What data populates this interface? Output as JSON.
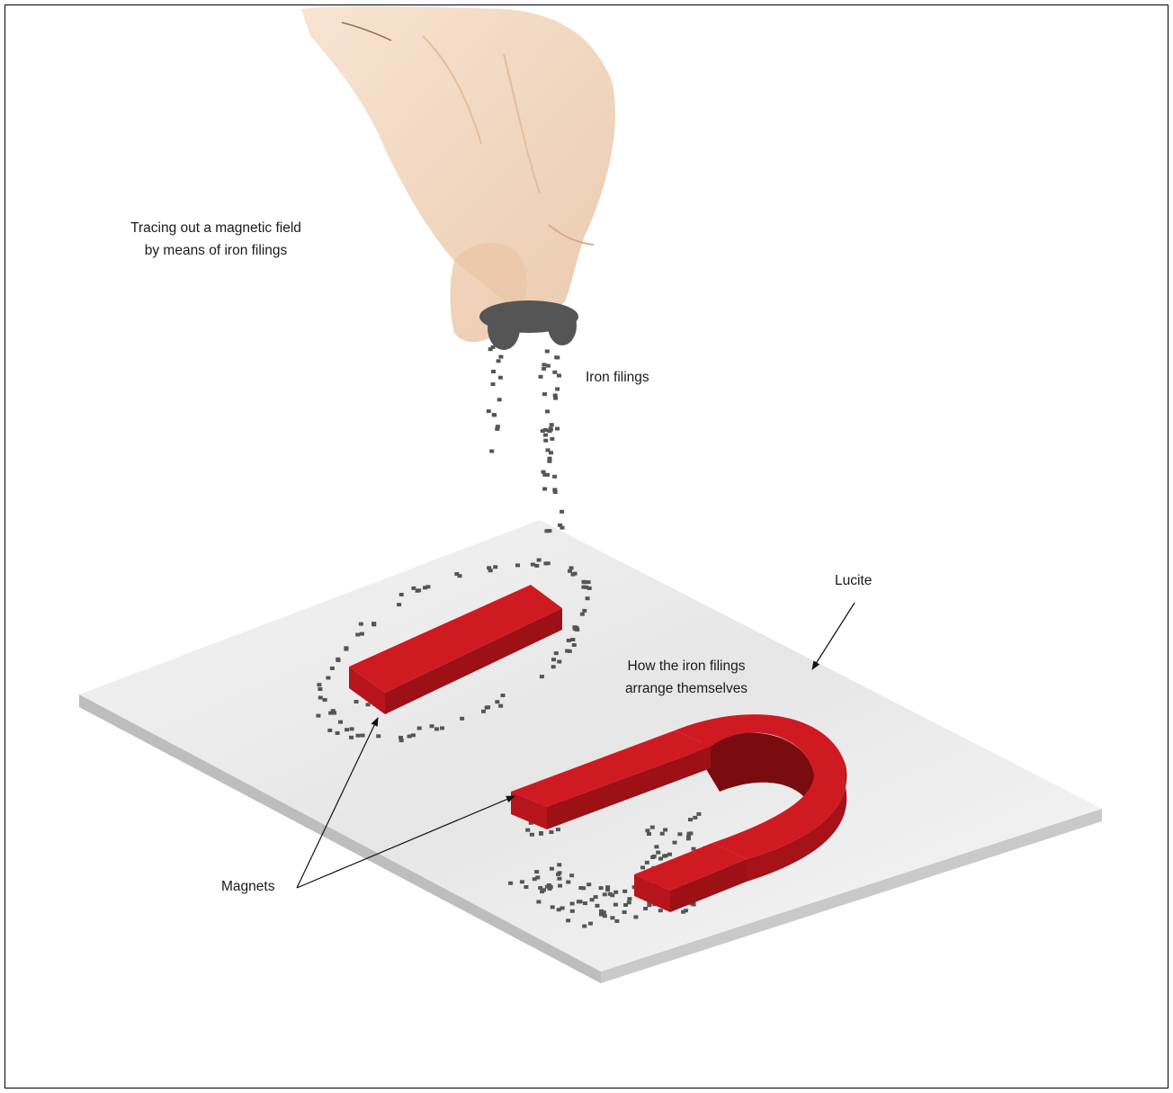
{
  "labels": {
    "caption_line1": "Tracing out a magnetic field",
    "caption_line2": "by means of iron filings",
    "iron_filings": "Iron filings",
    "lucite": "Lucite",
    "arrangement_line1": "How the iron filings",
    "arrangement_line2": "arrange themselves",
    "magnets": "Magnets"
  },
  "colors": {
    "magnet_red": "#c8161d",
    "magnet_dark": "#8e0f14",
    "lucite_top": "#efefef",
    "lucite_edge": "#c9c9c9",
    "hand": "#f3d9c2",
    "filings": "#555555"
  }
}
